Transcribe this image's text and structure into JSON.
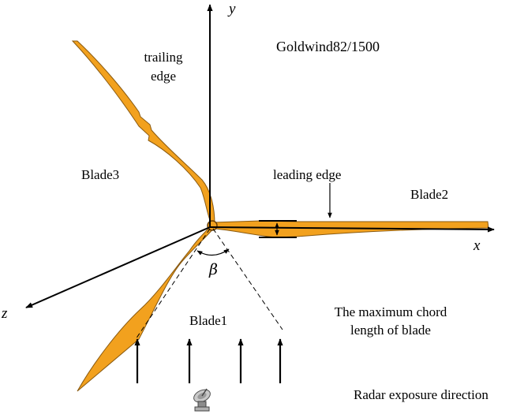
{
  "title": "Goldwind82/1500",
  "axes": {
    "x": "x",
    "y": "y",
    "z": "z"
  },
  "labels": {
    "trailing_edge_line1": "trailing",
    "trailing_edge_line2": "edge",
    "leading_edge": "leading edge",
    "blade1": "Blade1",
    "blade2": "Blade2",
    "blade3": "Blade3",
    "angle": "β",
    "max_chord_line1": "The maximum chord",
    "max_chord_line2": "length of blade",
    "radar_direction": "Radar exposure direction"
  },
  "colors": {
    "blade_fill": "#f2a11e",
    "blade_stroke": "#8a5a10",
    "axis": "#000000"
  },
  "icons": [
    "radar-antenna-icon"
  ]
}
